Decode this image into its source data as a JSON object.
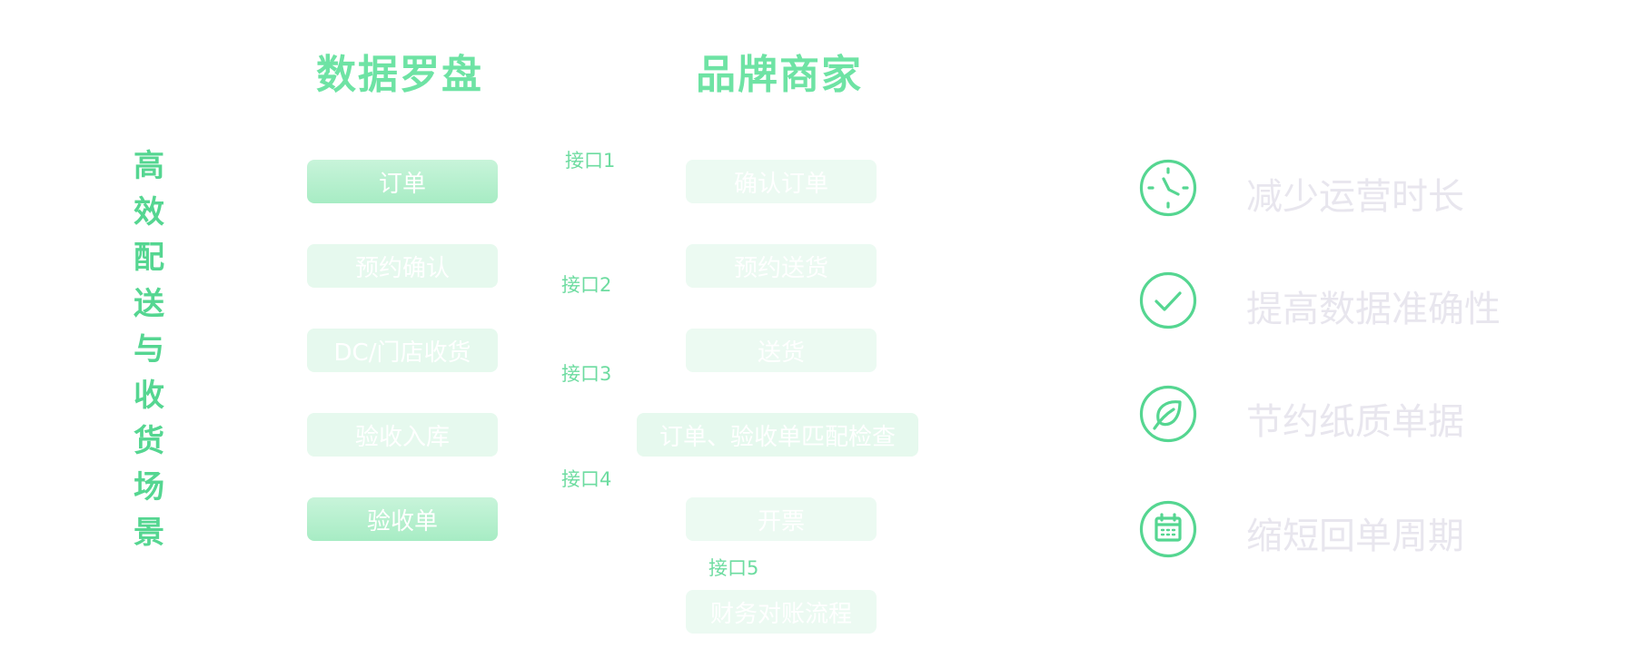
{
  "side_title": [
    "高",
    "效",
    "配",
    "送",
    "与",
    "收",
    "货",
    "场",
    "景"
  ],
  "left_column": {
    "title": "数据罗盘",
    "steps": [
      "订单",
      "预约确认",
      "DC/门店收货",
      "验收入库",
      "验收单"
    ]
  },
  "right_column": {
    "title": "品牌商家",
    "steps": [
      "确认订单",
      "预约送货",
      "送货",
      "订单、验收单匹配检查",
      "开票",
      "财务对账流程"
    ]
  },
  "interfaces": [
    "接口1",
    "接口2",
    "接口3",
    "接口4",
    "接口5"
  ],
  "benefits": [
    {
      "icon": "clock-icon",
      "label": "减少运营时长"
    },
    {
      "icon": "check-circle-icon",
      "label": "提高数据准确性"
    },
    {
      "icon": "leaf-icon",
      "label": "节约纸质单据"
    },
    {
      "icon": "calendar-icon",
      "label": "缩短回单周期"
    }
  ],
  "colors": {
    "accent": "#55d691",
    "box_dark": "#b5efcf",
    "box_light": "#e6f9ee",
    "benefit_text": "#e8e6ee"
  }
}
